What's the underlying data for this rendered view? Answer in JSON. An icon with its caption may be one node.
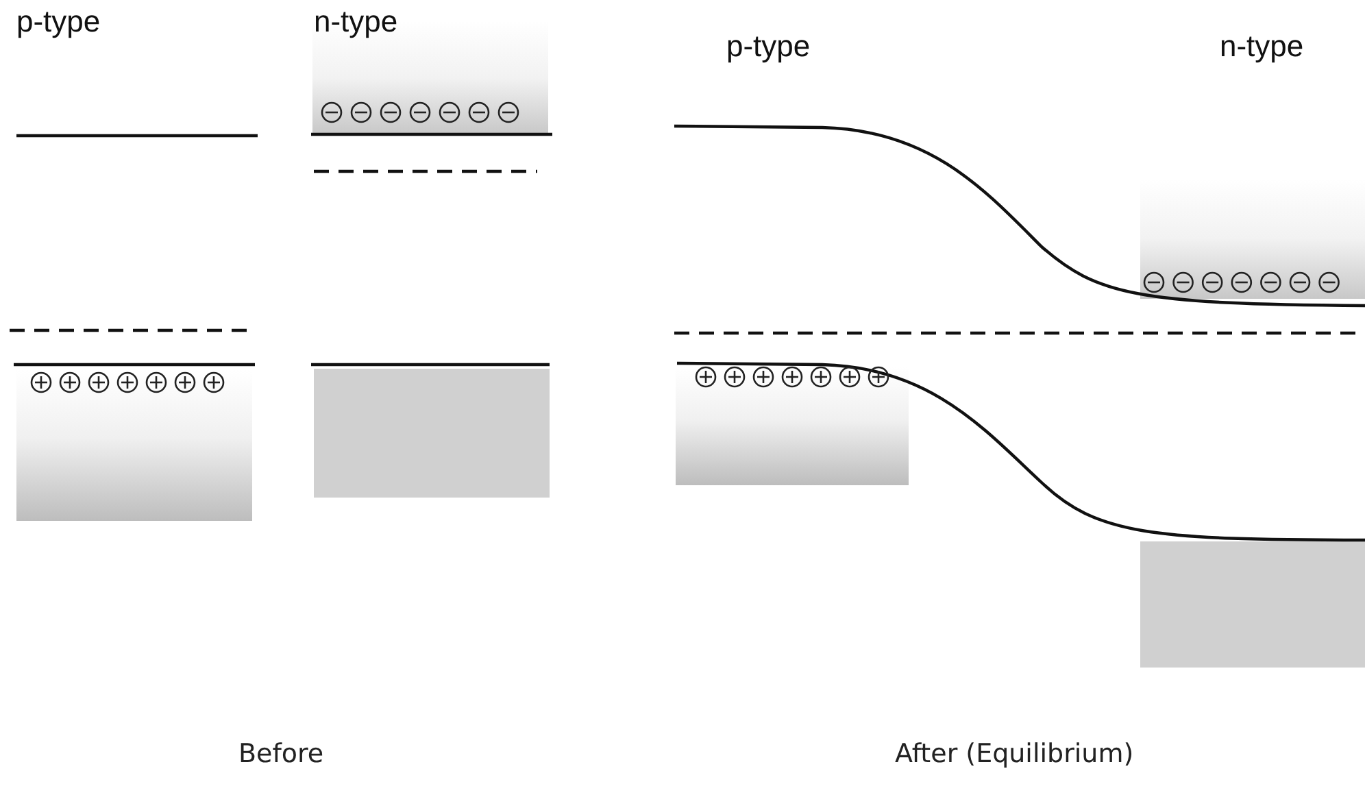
{
  "diagram": {
    "labels": [
      "p-type",
      "n-type",
      "p-type",
      "n-type",
      "Before",
      "After (Equilibrium)"
    ]
  }
}
